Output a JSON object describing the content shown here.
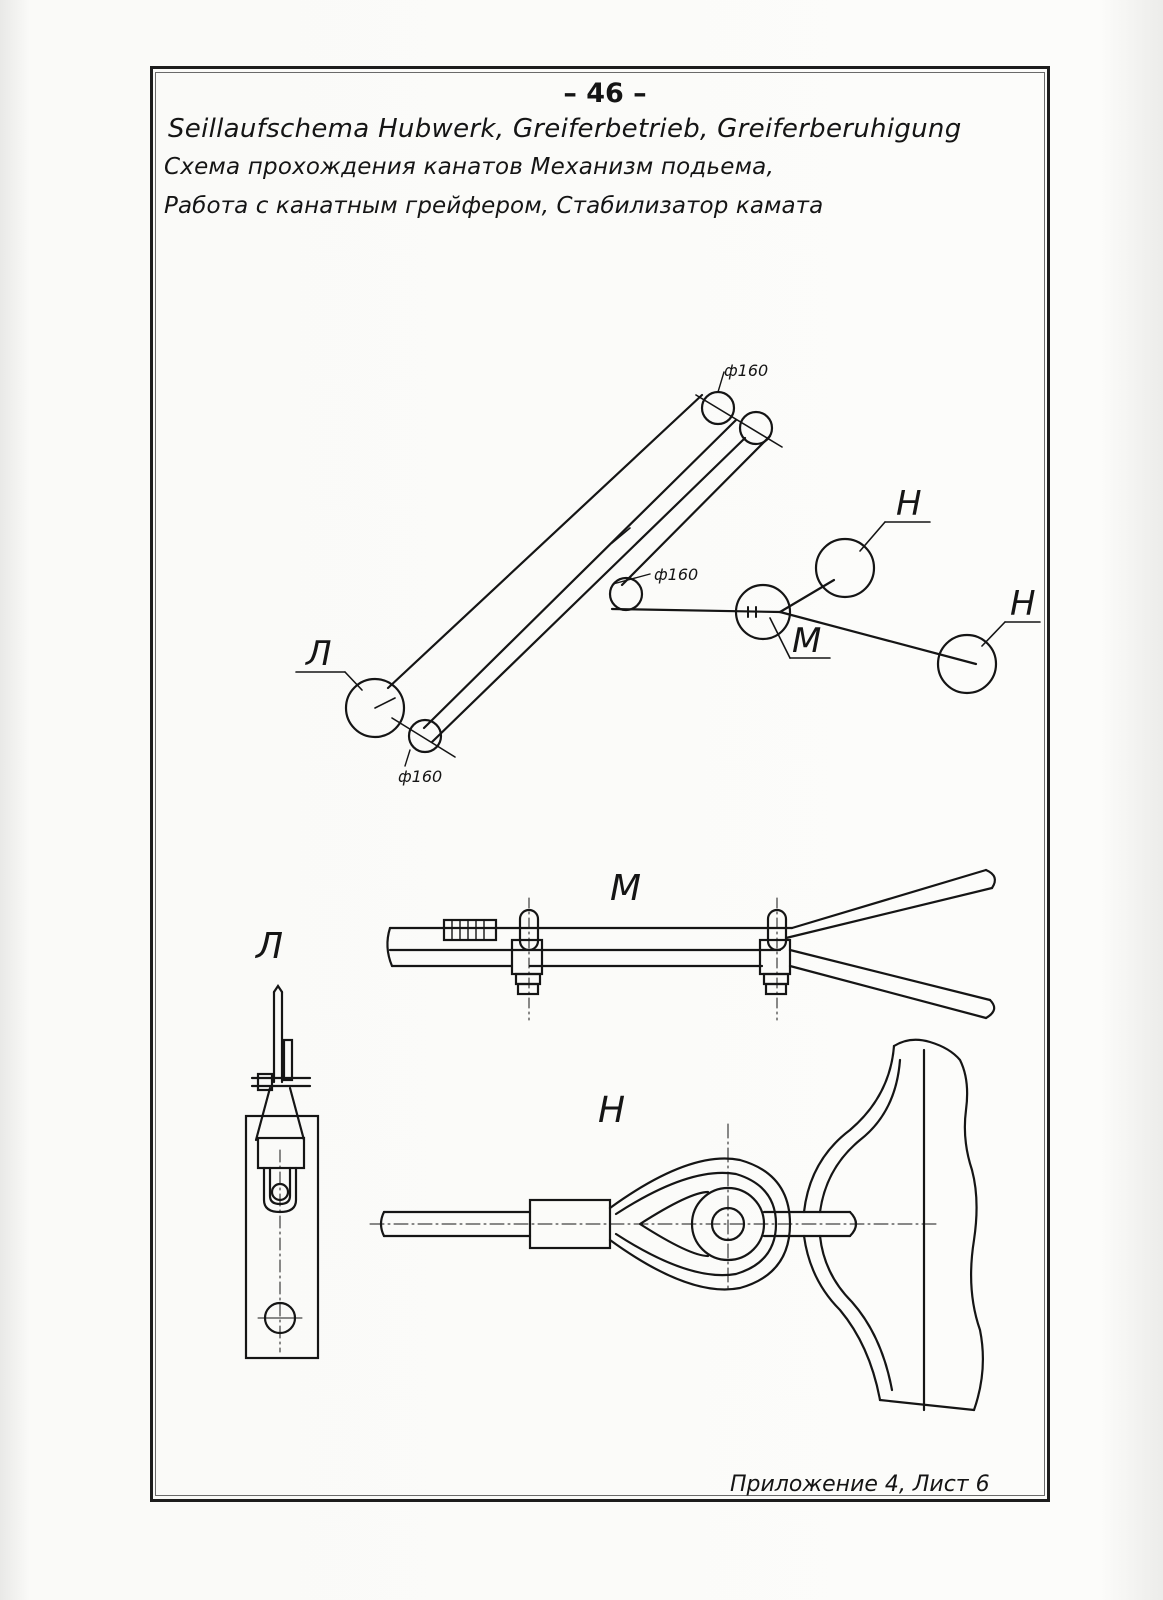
{
  "page_number": "– 46 –",
  "title_lines": [
    "Seillaufschema Hubwerk, Greiferbetrieb, Greiferberuhigung",
    "Схема прохождения канатов Механизм подьема,",
    "Работа с канатным грейфером, Стабилизатор камата"
  ],
  "labels": {
    "L": "Л",
    "M": "М",
    "N": "Н",
    "dia": "ф160"
  },
  "footer": "Приложение 4, Лист 6"
}
